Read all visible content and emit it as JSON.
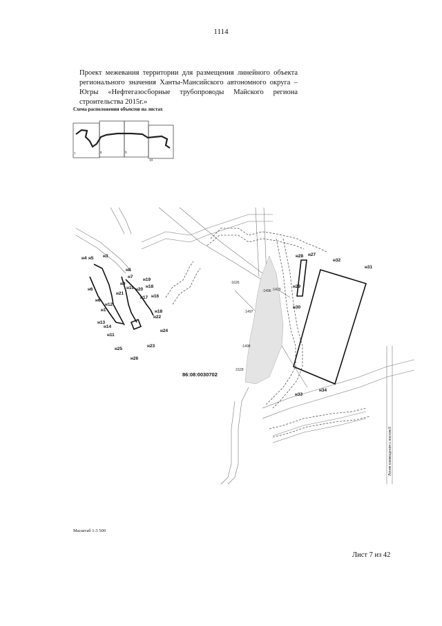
{
  "page": {
    "number": "1114",
    "title": "Проект межевания территории для размещения линейного объекта регионального значения Ханты-Мансийского автономного округа – Югры «Нефтегазосборные трубопроводы Майского региона строительства 2015г.»",
    "scheme_label": "Схема расположения объектов на листах",
    "scale_label": "Масштаб 1:3 500",
    "sheet_label": "Лист 7  из 42"
  },
  "mini_scheme": {
    "sheets": [
      "7",
      "8",
      "9",
      "10"
    ]
  },
  "map": {
    "cadastral_block": "86:08:0030702",
    "side_label": "Линия совмещения с листом 8",
    "parcels_small": [
      ":1626",
      ":1496",
      ":1429",
      ":1497",
      ":1498",
      ":1529"
    ],
    "points": {
      "n1": "н1",
      "n3": "н3",
      "n4": "н4",
      "n5": "н5",
      "n6": "н6",
      "n7": "н7",
      "n8": "н8",
      "n9": "н9",
      "n10": "н10",
      "n11": "н11",
      "n12": "н12",
      "n13": "н13",
      "n14": "н14",
      "n16": "н16",
      "n17": "н17",
      "n18": "н18",
      "n19": "н19",
      "n20": "н20",
      "n21": "н21",
      "n22": "н22",
      "n23": "н23",
      "n24": "н24",
      "n25": "н25",
      "n26": "н26",
      "n27": "н27",
      "n28": "н28",
      "n29": "н29",
      "n30": "н30",
      "n31": "н31",
      "n32": "н32",
      "n33": "н33",
      "n34": "н34",
      "n18b": "н18"
    }
  }
}
